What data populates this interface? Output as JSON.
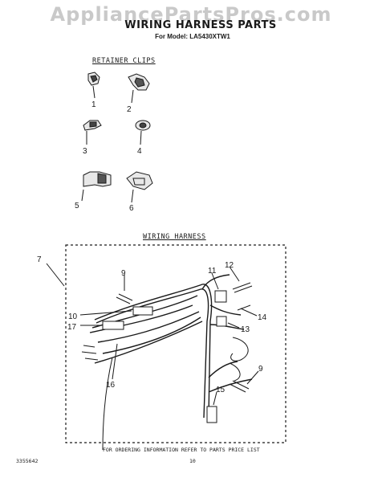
{
  "watermark": "AppliancePartsPros.com",
  "title": "WIRING HARNESS PARTS",
  "model": "For Model: LA5430XTW1",
  "section_clips": "RETAINER CLIPS",
  "section_harness": "WIRING HARNESS",
  "callouts": {
    "c1": "1",
    "c2": "2",
    "c3": "3",
    "c4": "4",
    "c5": "5",
    "c6": "6",
    "c7": "7",
    "c9a": "9",
    "c9b": "9",
    "c10": "10",
    "c11": "11",
    "c12": "12",
    "c13": "13",
    "c14": "14",
    "c15": "15",
    "c16": "16",
    "c17": "17"
  },
  "footer": {
    "note": "FOR ORDERING INFORMATION REFER TO PARTS PRICE LIST",
    "doc_number": "3355642",
    "page_number": "10"
  }
}
